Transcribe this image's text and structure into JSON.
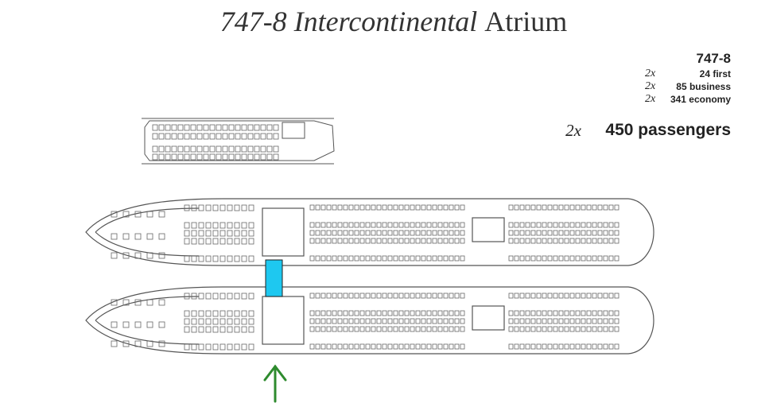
{
  "title": {
    "main": "747-8 Intercontinental",
    "suffix": "Atrium"
  },
  "summary": {
    "model": "747-8",
    "classes": [
      {
        "multiplier": "2x",
        "label": "24 first"
      },
      {
        "multiplier": "2x",
        "label": "85 business"
      },
      {
        "multiplier": "2x",
        "label": "341 economy"
      }
    ],
    "total": {
      "multiplier": "2x",
      "label": "450 passengers"
    }
  },
  "colors": {
    "connector": "#1ec8f0",
    "arrow": "#2e8b2e",
    "outline": "#555555",
    "title": "#333333"
  },
  "icons": {
    "connector": "atrium-connector",
    "arrow": "entry-arrow-icon"
  }
}
